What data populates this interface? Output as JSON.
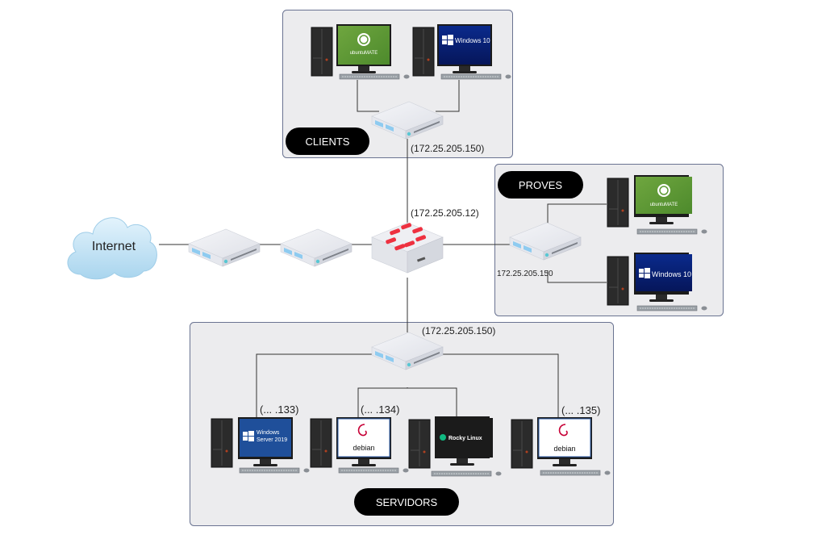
{
  "diagram": {
    "title": "Network topology",
    "colors": {
      "group_fill": "#ececee",
      "group_border": "#6a7391",
      "pill_fill": "#000000",
      "pill_text": "#ffffff",
      "link": "#333333",
      "cloud": "#c9e6f6",
      "firewall_logo": "#ee3140"
    },
    "internet": {
      "label": "Internet",
      "icon": "cloud-icon"
    },
    "firewall": {
      "ip": "(172.25.205.12)",
      "icon": "firewall-icon"
    },
    "wan_switches": [
      {
        "icon": "switch-icon"
      },
      {
        "icon": "switch-icon"
      }
    ],
    "groups": {
      "clients": {
        "label": "CLIENTS",
        "switch_ip": "(172.25.205.150)",
        "hosts": [
          {
            "os": "ubuntu MATE",
            "screen": "ubuntu-mate-screen"
          },
          {
            "os": "Windows 10",
            "screen": "windows-10-screen"
          }
        ]
      },
      "proves": {
        "label": "PROVES",
        "switch_ip": "172.25.205.150",
        "hosts": [
          {
            "os": "ubuntu MATE",
            "screen": "ubuntu-mate-screen"
          },
          {
            "os": "Windows 10",
            "screen": "windows-10-screen"
          }
        ]
      },
      "servidors": {
        "label": "SERVIDORS",
        "switch_ip": "(172.25.205.150)",
        "hosts": [
          {
            "os": "Windows Server 2019",
            "ip": "(... .133)",
            "screen": "windows-server-screen"
          },
          {
            "os": "debian",
            "ip": "(... .134)",
            "screen": "debian-screen"
          },
          {
            "os": "Rocky Linux",
            "ip": "",
            "screen": "rocky-linux-screen"
          },
          {
            "os": "debian",
            "ip": "(... .135)",
            "screen": "debian-screen"
          }
        ]
      }
    }
  }
}
